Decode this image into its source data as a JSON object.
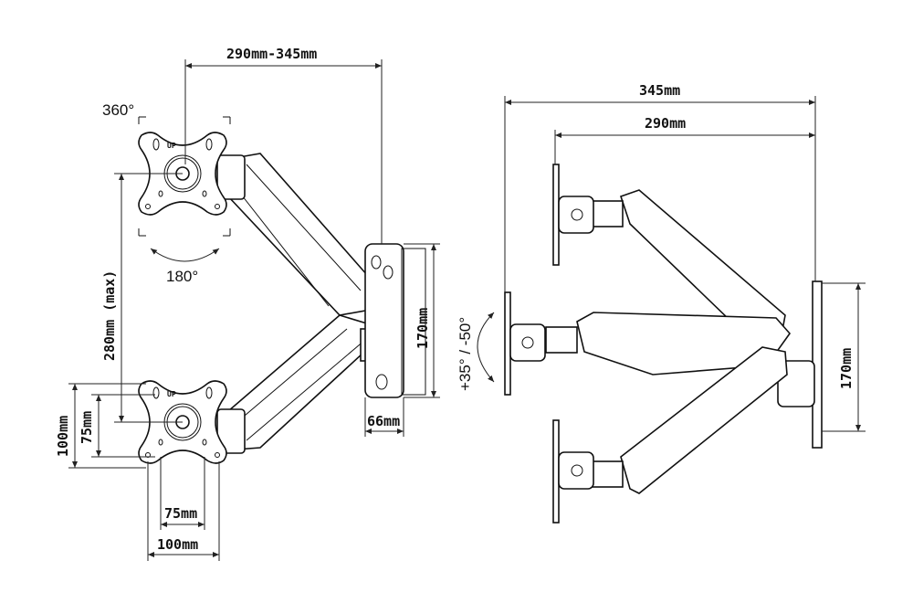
{
  "left_view": {
    "reach_range": "290mm-345mm",
    "rotation": "360°",
    "tilt_swivel": "180°",
    "vertical_max": "280mm (max)",
    "wall_plate_height": "170mm",
    "wall_plate_depth": "66mm",
    "vesa_large_height": "100mm",
    "vesa_small_height": "75mm",
    "vesa_small_width": "75mm",
    "vesa_large_width": "100mm",
    "up_label": "UP"
  },
  "right_view": {
    "max_reach": "345mm",
    "min_reach": "290mm",
    "tilt_range": "+35° / -50°",
    "wall_plate_height": "170mm"
  }
}
